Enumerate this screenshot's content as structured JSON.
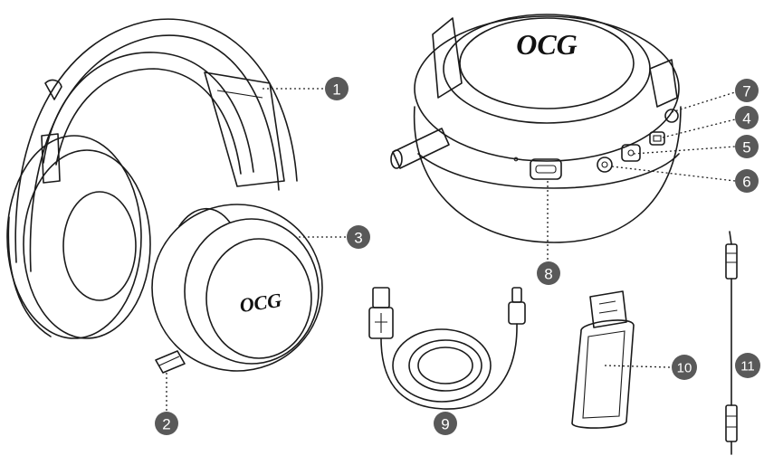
{
  "logo_text": "OCG",
  "colors": {
    "outline": "#1a1a1a",
    "badge": "#595959",
    "badge_text": "#ffffff",
    "cushion_fill": "#f2f2f2",
    "cup_fill": "#ececec",
    "inner_fill": "#fafafa"
  },
  "callouts": [
    "1",
    "2",
    "3",
    "4",
    "5",
    "6",
    "7",
    "8",
    "9",
    "10",
    "11"
  ]
}
